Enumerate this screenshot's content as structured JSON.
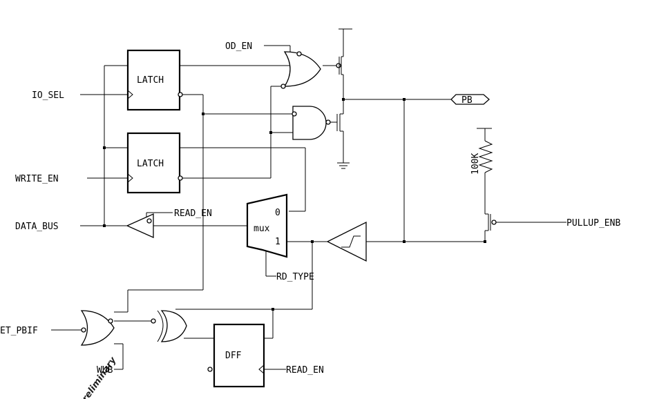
{
  "signals": {
    "od_en": "OD_EN",
    "io_sel": "IO_SEL",
    "write_en": "WRITE_EN",
    "data_bus": "DATA_BUS",
    "read_en": "READ_EN",
    "read_en_dff": "READ_EN",
    "rd_type": "RD_TYPE",
    "pullup_enb": "PULLUP_ENB",
    "pb": "PB",
    "et_pbif": "ET_PBIF",
    "wub": "WUB",
    "resistor": "100K"
  },
  "blocks": {
    "latch_top": "LATCH",
    "latch_bottom": "LATCH",
    "mux": "mux",
    "mux_in0": "0",
    "mux_in1": "1",
    "dff": "DFF"
  },
  "watermark": {
    "text": "Preliminary",
    "color": "#777777"
  }
}
